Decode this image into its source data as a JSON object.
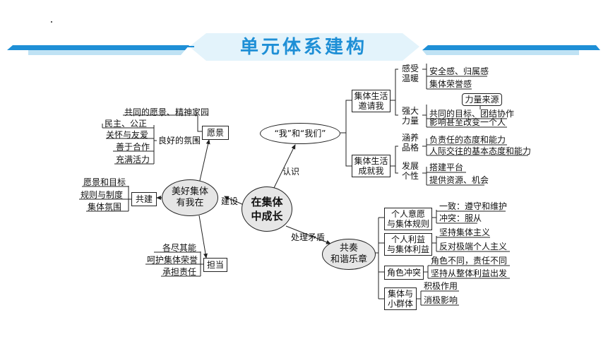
{
  "title": "单元体系建构",
  "colors": {
    "banner_fill": "#e3f3fb",
    "banner_stripe": "#1e8fd6",
    "title": "#1e8fd6",
    "ellipse_fill": "#e6e6e6"
  },
  "center": {
    "line1": "在集体",
    "line2": "中成长"
  },
  "edges": {
    "recognize": "认识",
    "build": "建设",
    "resolve": "处理矛盾"
  },
  "we": {
    "label": "“我”和“我们”"
  },
  "life_invite": {
    "line1": "集体生活",
    "line2": "邀请我",
    "warmth": {
      "line1": "感受",
      "line2": "温暖",
      "items": [
        "安全感、归属感",
        "集体荣誉感"
      ]
    },
    "power": {
      "line1": "强大",
      "line2": "力量",
      "source": "力量来源",
      "items": [
        "共同的目标、团结协作",
        "影响甚至改变一个人"
      ]
    }
  },
  "life_grow": {
    "line1": "集体生活",
    "line2": "成就我",
    "cultivate": {
      "line1": "涵养",
      "line2": "品格",
      "items": [
        "负责任的态度和能力",
        "人际交往的基本态度和能力"
      ]
    },
    "develop": {
      "line1": "发展",
      "line2": "个性",
      "items": [
        "搭建平台",
        "提供资源、机会"
      ]
    }
  },
  "good_group": {
    "line1": "美好集体",
    "line2": "有我在"
  },
  "vision": {
    "label": "愿景",
    "items": [
      "共同的愿景、精神家园"
    ]
  },
  "atmosphere": {
    "label": "良好的氛围",
    "items": [
      "民主、公正",
      "关怀与友爱",
      "善于合作",
      "充满活力"
    ]
  },
  "build": {
    "label": "共建",
    "items": [
      "愿景和目标",
      "规则与制度",
      "集体氛围"
    ]
  },
  "take_on": {
    "label": "担当",
    "items": [
      "各尽其能",
      "呵护集体荣誉",
      "承担责任"
    ]
  },
  "harmony": {
    "line1": "共奏",
    "line2": "和谐乐章"
  },
  "will_rules": {
    "line1": "个人意愿",
    "line2": "与集体规则",
    "items": [
      "一致：遵守和维护",
      "冲突：服从"
    ]
  },
  "interests": {
    "line1": "个人利益",
    "line2": "与集体利益",
    "items": [
      "坚持集体主义",
      "反对极端个人主义"
    ]
  },
  "role": {
    "label": "角色冲突",
    "items": [
      "角色不同，责任不同",
      "坚持从整体利益出发"
    ]
  },
  "small_group": {
    "line1": "集体与",
    "line2": "小群体",
    "items": [
      "积极作用",
      "消极影响"
    ]
  }
}
